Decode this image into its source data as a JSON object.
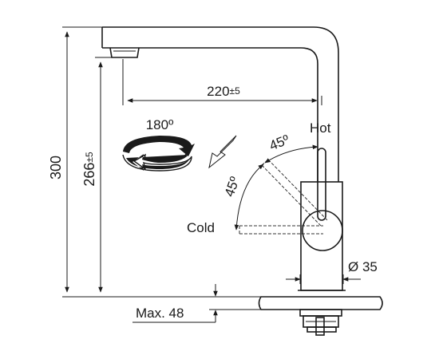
{
  "labels": {
    "height_total": "300",
    "height_spout": "266",
    "height_spout_tol": "±5",
    "reach": "220",
    "reach_tol": "±5",
    "rotation": "180º",
    "angle_hot": "45º",
    "angle_cold": "45º",
    "hot": "Hot",
    "cold": "Cold",
    "diameter": "Ø 35",
    "max_thickness": "Max. 48"
  },
  "colors": {
    "line": "#1a1a1a",
    "background": "#ffffff"
  }
}
